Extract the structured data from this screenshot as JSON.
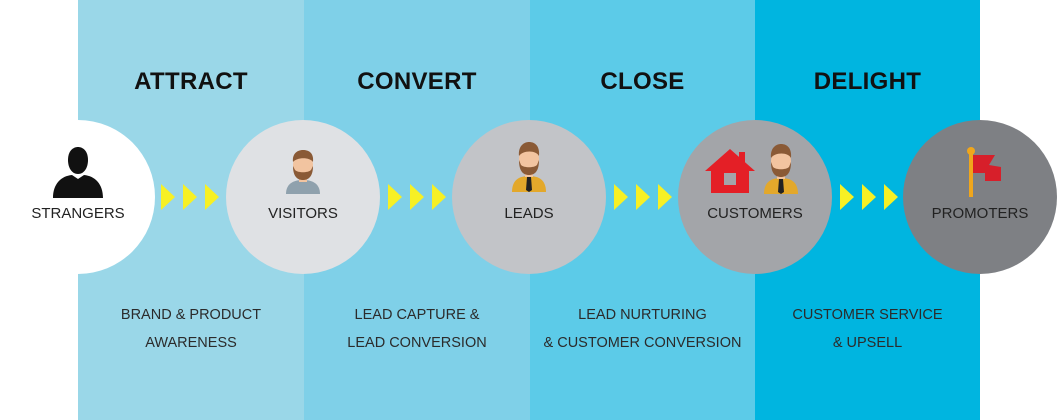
{
  "stages": [
    {
      "title": "ATTRACT",
      "desc": [
        "BRAND  & PRODUCT",
        "AWARENESS"
      ],
      "color": "#9ad7e8"
    },
    {
      "title": "CONVERT",
      "desc": [
        "LEAD CAPTURE &",
        "LEAD CONVERSION"
      ],
      "color": "#7fd0e8"
    },
    {
      "title": "CLOSE",
      "desc": [
        "LEAD NURTURING",
        "& CUSTOMER CONVERSION"
      ],
      "color": "#5ccbe8"
    },
    {
      "title": "DELIGHT",
      "desc": [
        "CUSTOMER SERVICE",
        "& UPSELL"
      ],
      "color": "#00b5e0"
    }
  ],
  "nodes": [
    {
      "label": "STRANGERS",
      "icon": "person-silhouette-icon",
      "fill": "#ffffff"
    },
    {
      "label": "VISITORS",
      "icon": "bearded-man-icon",
      "fill": "#dfe1e4"
    },
    {
      "label": "LEADS",
      "icon": "businessman-with-tie-icon",
      "fill": "#c2c4c8"
    },
    {
      "label": "CUSTOMERS",
      "icon": "house-and-businessman-icon",
      "fill": "#a3a5a9"
    },
    {
      "label": "PROMOTERS",
      "icon": "red-flag-icon",
      "fill": "#7e8084"
    }
  ],
  "arrow_color": "#f7f024"
}
